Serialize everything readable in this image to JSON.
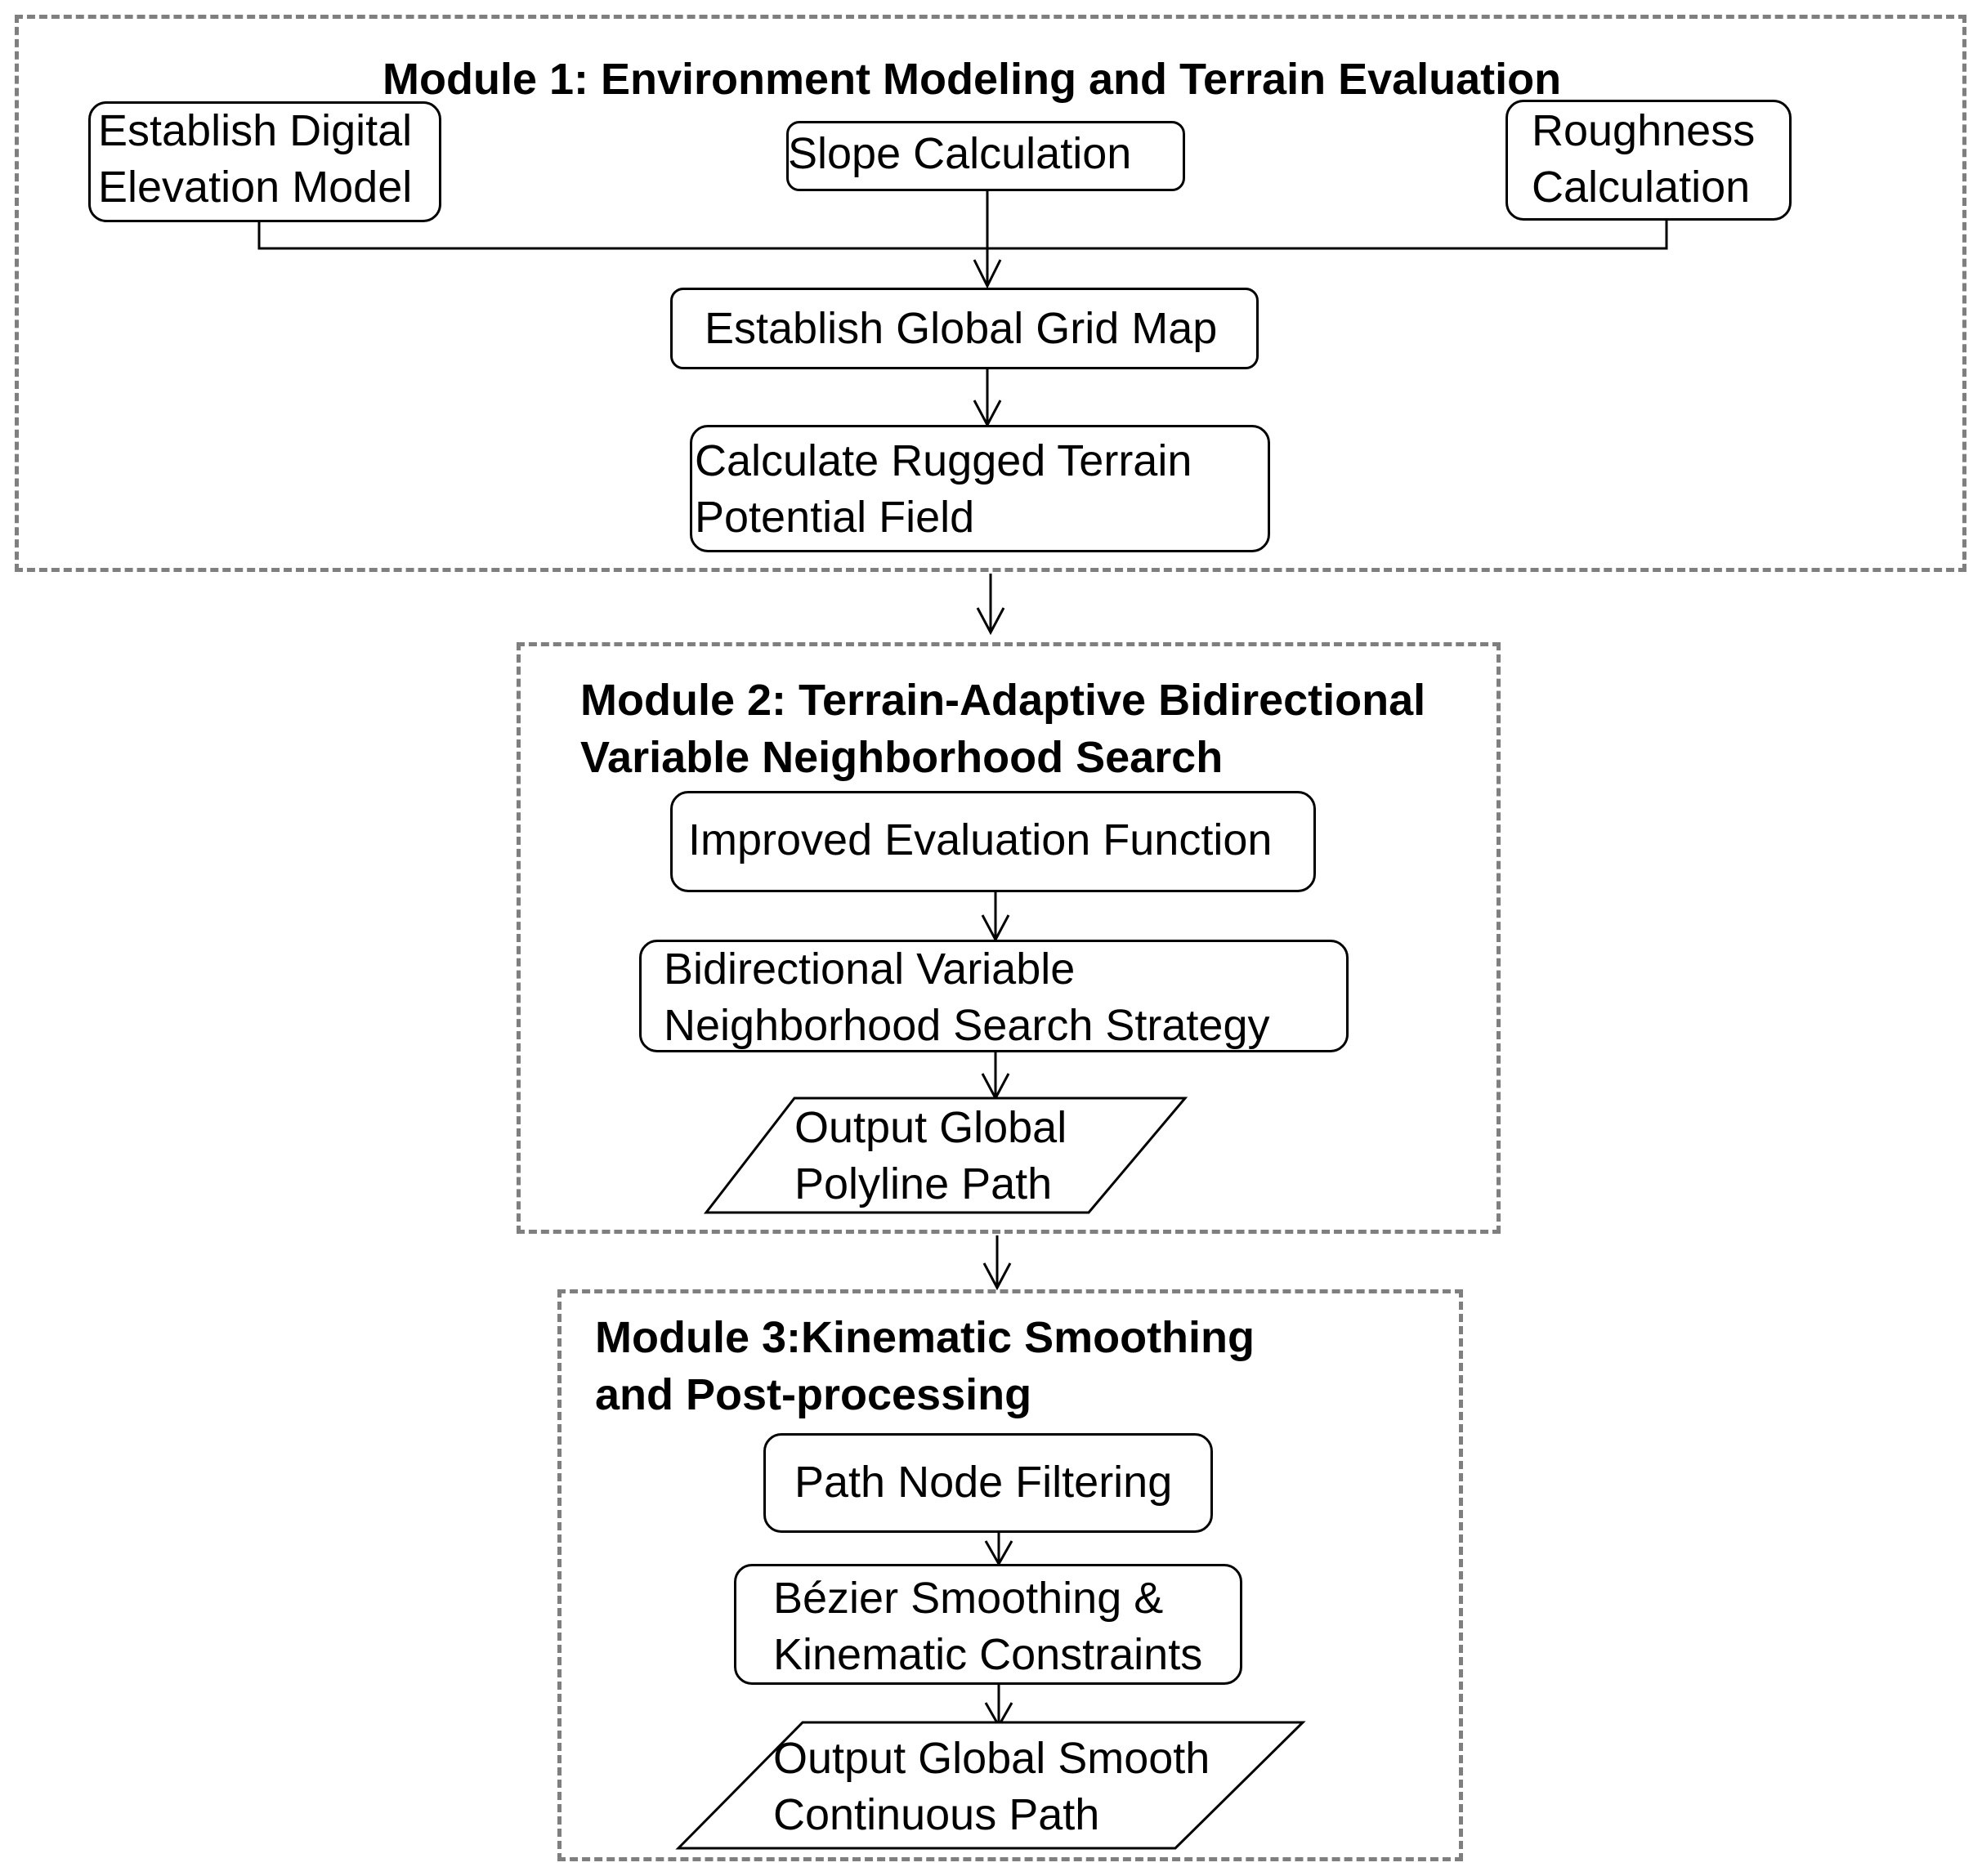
{
  "modules": [
    {
      "title_lines": [
        "Module 1: Environment Modeling and Terrain Evaluation"
      ]
    },
    {
      "title_lines": [
        "Module 2: Terrain-Adaptive Bidirectional",
        "Variable Neighborhood Search"
      ]
    },
    {
      "title_lines": [
        "Module 3:Kinematic Smoothing",
        "and Post-processing"
      ]
    }
  ],
  "nodes": {
    "dem": {
      "lines": [
        "Establish Digital",
        "Elevation Model"
      ]
    },
    "slope": {
      "lines": [
        "Slope Calculation"
      ]
    },
    "roughness": {
      "lines": [
        "Roughness",
        "Calculation"
      ]
    },
    "grid": {
      "lines": [
        "Establish Global Grid Map"
      ]
    },
    "potential": {
      "lines": [
        "Calculate Rugged Terrain",
        "Potential Field"
      ]
    },
    "evaluation": {
      "lines": [
        "Improved Evaluation Function"
      ]
    },
    "bvns": {
      "lines": [
        "Bidirectional Variable",
        "Neighborhood Search Strategy"
      ]
    },
    "polyline": {
      "lines": [
        "Output Global",
        "Polyline Path"
      ]
    },
    "filtering": {
      "lines": [
        "Path Node Filtering"
      ]
    },
    "bezier": {
      "lines": [
        "Bézier Smoothing &",
        "Kinematic Constraints"
      ]
    },
    "smooth": {
      "lines": [
        "Output Global Smooth",
        "Continuous Path"
      ]
    }
  }
}
